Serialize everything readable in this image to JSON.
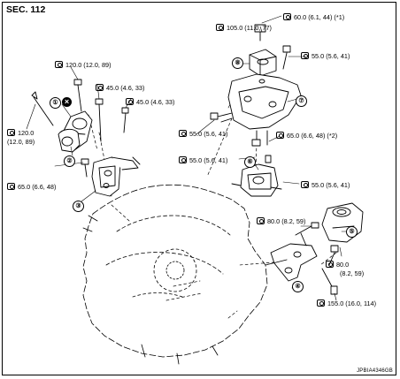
{
  "section": "SEC. 112",
  "image_code": "JPBIA4346GB",
  "icons": {
    "torque": "torque-wrench-icon",
    "non_reusable": "non-reusable-part-icon"
  },
  "callouts": [
    "①",
    "②",
    "③",
    "④",
    "⑤",
    "⑥",
    "⑦",
    "⑧"
  ],
  "torques": {
    "t1": "120.0 (12.0, 89)",
    "t2": "45.0 (4.6, 33)",
    "t3": "45.0 (4.6, 33)",
    "t4": "120.0",
    "t4b": "(12.0, 89)",
    "t5": "65.0 (6.6, 48)",
    "t6": "105.0 (11.0, 77)",
    "t7": "60.0 (6.1, 44) (*1)",
    "t8": "55.0 (5.6, 41)",
    "t9": "55.0 (5.6, 41)",
    "t10": "65.0 (6.6, 48) (*2)",
    "t11": "55.0 (5.6, 41)",
    "t12": "55.0 (5.6, 41)",
    "t13": "80.0 (8.2, 59)",
    "t14": "80.0",
    "t14b": "(8.2, 59)",
    "t15": "155.0 (16.0, 114)"
  }
}
